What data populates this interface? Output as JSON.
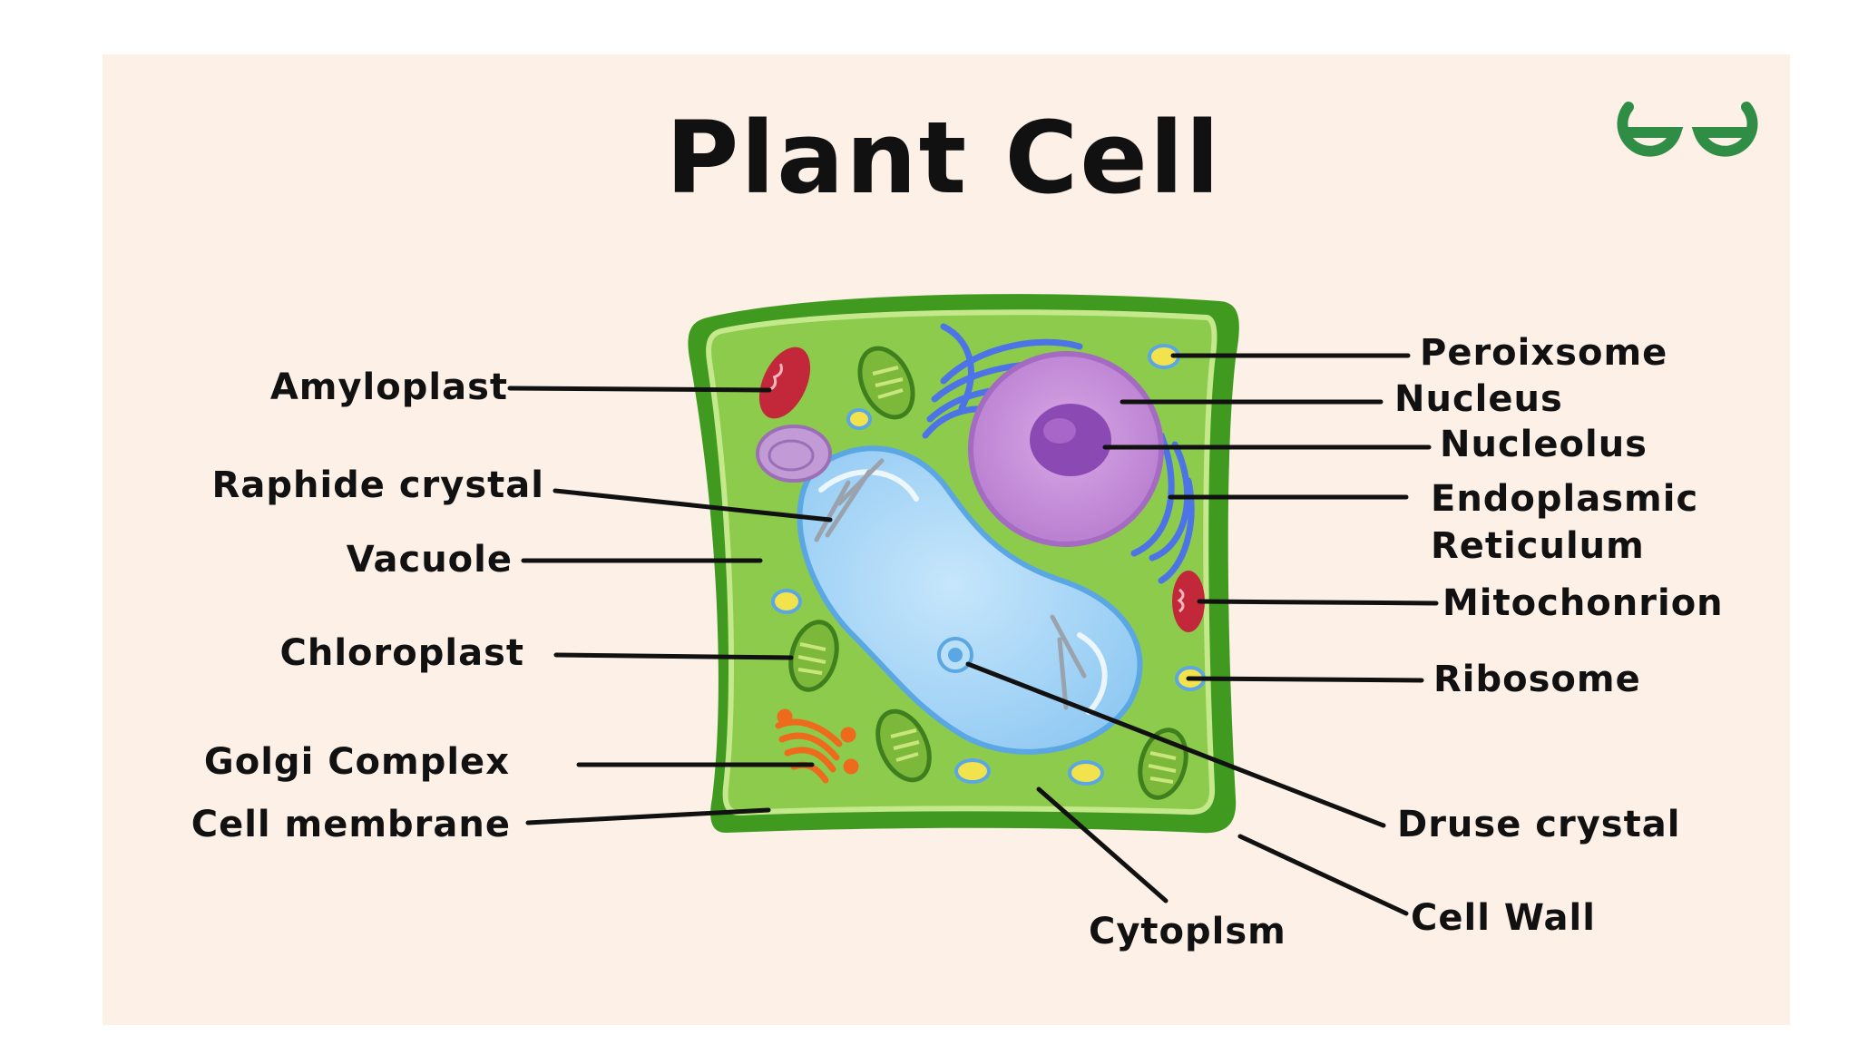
{
  "title": "Plant Cell",
  "brand": {
    "name": "GeeksforGeeks logo",
    "color": "#2f8d46"
  },
  "colors": {
    "background": "#fdf0e7",
    "cell_wall": "#3f9a1f",
    "cytoplasm": "#8ccb4c",
    "vacuole": "#a9d7f7",
    "nucleus": "#c98bd8",
    "nucleolus": "#8b4ab3",
    "er": "#4d74e6",
    "mitochondrion": "#c2283a",
    "chloroplast": "#7cb93a",
    "golgi": "#ee6a1d"
  },
  "labels": {
    "amyloplast": "Amyloplast",
    "raphide_crystal": "Raphide crystal",
    "vacuole": "Vacuole",
    "chloroplast": "Chloroplast",
    "golgi_complex": "Golgi Complex",
    "cell_membrane": "Cell membrane",
    "peroxisome": "Peroixsome",
    "nucleus": "Nucleus",
    "nucleolus": "Nucleolus",
    "er_line1": "Endoplasmic",
    "er_line2": "Reticulum",
    "mitochondrion": "Mitochonrion",
    "ribosome": "Ribosome",
    "druse_crystal": "Druse crystal",
    "cell_wall": "Cell Wall",
    "cytoplasm": "Cytoplsm"
  }
}
